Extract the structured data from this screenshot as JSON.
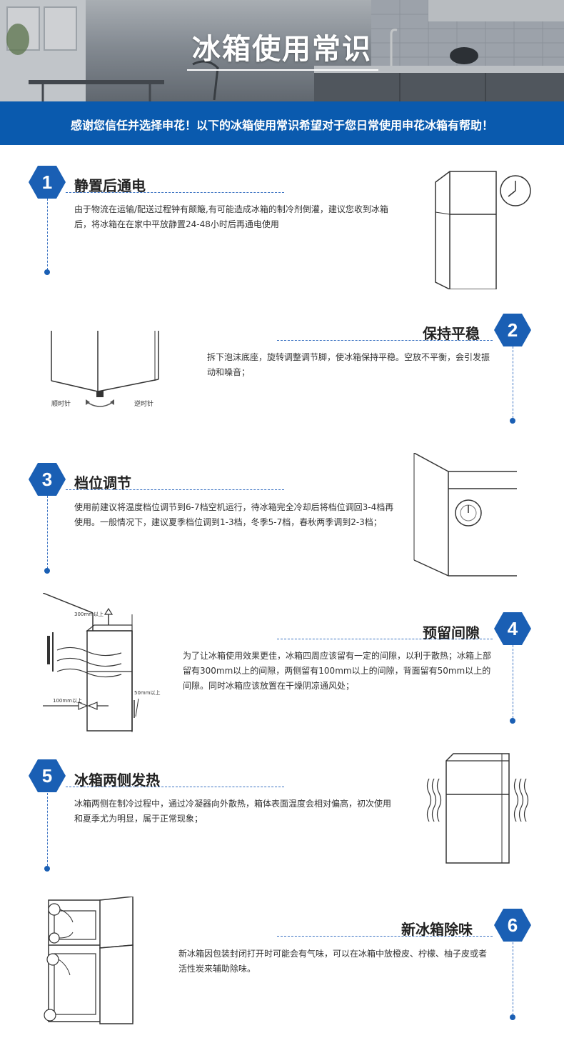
{
  "header": {
    "title": "冰箱使用常识"
  },
  "banner": {
    "text": "感谢您信任并选择申花！以下的冰箱使用常识希望对于您日常使用申花冰箱有帮助！"
  },
  "colors": {
    "brand_blue": "#0a5aae",
    "hex_blue": "#1a5fb4",
    "dash_blue": "#3a72c2"
  },
  "sections": [
    {
      "number": "1",
      "title": "静置后通电",
      "text": "由于物流在运输/配送过程钟有颠簸,有可能造成冰箱的制冷剂倒灌，建议您收到冰箱后，将冰箱在在家中平放静置24-48小时后再通电使用",
      "icon": "fridge-clock-illustration"
    },
    {
      "number": "2",
      "title": "保持平稳",
      "text": "拆下泡沫底座，旋转调整调节脚，使冰箱保持平稳。空放不平衡，会引发振动和噪音；",
      "icon": "leveling-foot-illustration",
      "illustration_labels": {
        "clockwise": "顺时针",
        "counterclockwise": "逆时针"
      }
    },
    {
      "number": "3",
      "title": "档位调节",
      "text": "使用前建议将温度档位调节到6-7档空机运行，待冰箱完全冷却后将档位调回3-4档再使用。一般情况下，建议夏季档位调到1-3档，冬季5-7档，春秋两季调到2-3档；",
      "icon": "thermostat-dial-illustration"
    },
    {
      "number": "4",
      "title": "预留间隙",
      "text": "为了让冰箱使用效果更佳，冰箱四周应该留有一定的间隙，以利于散热；冰箱上部留有300mm以上的间隙，两侧留有100mm以上的间隙，背面留有50mm以上的间隙。同时冰箱应该放置在干燥阴凉通风处；",
      "icon": "clearance-diagram-illustration",
      "illustration_labels": {
        "top": "300mm以上",
        "side": "100mm以上",
        "back": "50mm以上"
      }
    },
    {
      "number": "5",
      "title": "冰箱两侧发热",
      "text": "冰箱两侧在制冷过程中，通过冷凝器向外散热，箱体表面温度会相对偏高，初次使用和夏季尤为明显，属于正常现象；",
      "icon": "fridge-heat-illustration"
    },
    {
      "number": "6",
      "title": "新冰箱除味",
      "text": "新冰箱因包装封闭打开时可能会有气味，可以在冰箱中放橙皮、柠檬、柚子皮或者活性炭来辅助除味。",
      "icon": "open-fridge-odor-illustration"
    }
  ]
}
